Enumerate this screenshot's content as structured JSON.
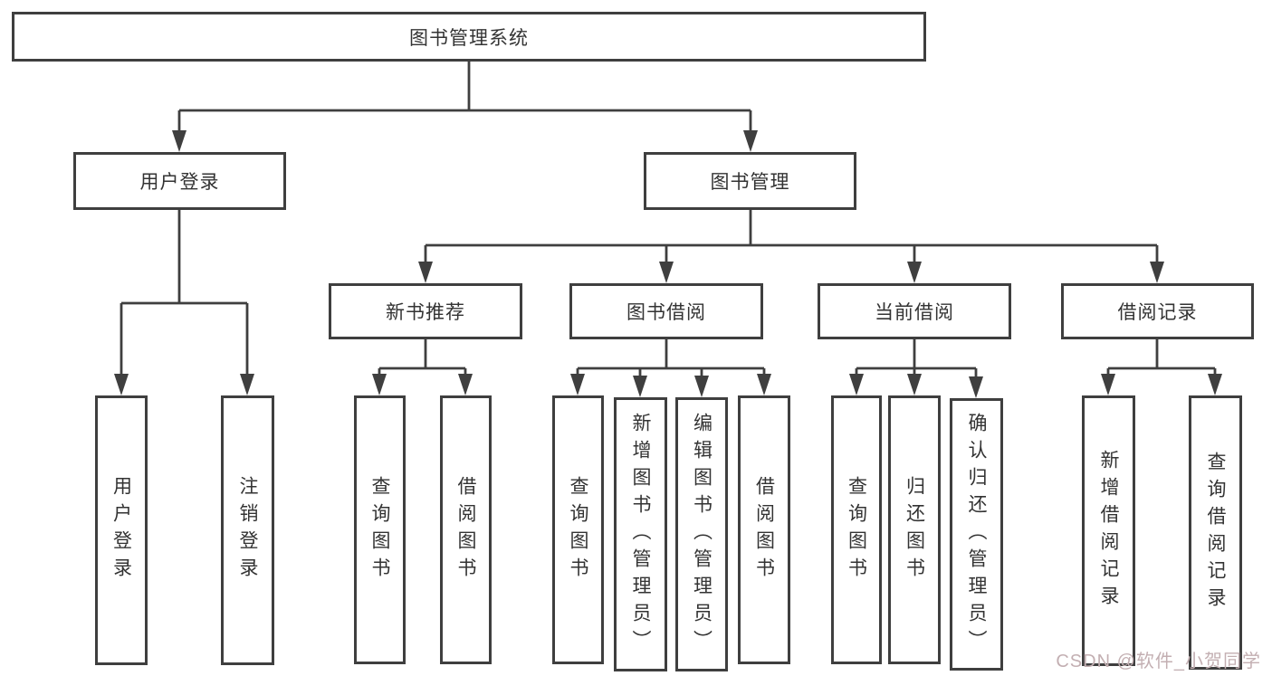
{
  "diagram": {
    "type": "hierarchy-tree",
    "title": "图书管理系统",
    "nodes": {
      "root": {
        "label": "图书管理系统"
      },
      "user_login": {
        "label": "用户登录"
      },
      "book_mgmt": {
        "label": "图书管理"
      },
      "new_book_rec": {
        "label": "新书推荐"
      },
      "book_borrow": {
        "label": "图书借阅"
      },
      "current_borrow": {
        "label": "当前借阅"
      },
      "borrow_records": {
        "label": "借阅记录"
      },
      "leaf_user_login": {
        "label": "用户登录"
      },
      "leaf_logout": {
        "label": "注销登录"
      },
      "leaf_rec_query": {
        "label": "查询图书"
      },
      "leaf_rec_borrow": {
        "label": "借阅图书"
      },
      "leaf_bb_query": {
        "label": "查询图书"
      },
      "leaf_bb_add": {
        "label": "新增图书（管理员）"
      },
      "leaf_bb_edit": {
        "label": "编辑图书（管理员）"
      },
      "leaf_bb_borrow": {
        "label": "借阅图书"
      },
      "leaf_cb_query": {
        "label": "查询图书"
      },
      "leaf_cb_return": {
        "label": "归还图书"
      },
      "leaf_cb_confirm": {
        "label": "确认归还（管理员）"
      },
      "leaf_br_add": {
        "label": "新增借阅记录"
      },
      "leaf_br_query": {
        "label": "查询借阅记录"
      }
    },
    "edges": [
      [
        "root",
        "user_login"
      ],
      [
        "root",
        "book_mgmt"
      ],
      [
        "user_login",
        "leaf_user_login"
      ],
      [
        "user_login",
        "leaf_logout"
      ],
      [
        "book_mgmt",
        "new_book_rec"
      ],
      [
        "book_mgmt",
        "book_borrow"
      ],
      [
        "book_mgmt",
        "current_borrow"
      ],
      [
        "book_mgmt",
        "borrow_records"
      ],
      [
        "new_book_rec",
        "leaf_rec_query"
      ],
      [
        "new_book_rec",
        "leaf_rec_borrow"
      ],
      [
        "book_borrow",
        "leaf_bb_query"
      ],
      [
        "book_borrow",
        "leaf_bb_add"
      ],
      [
        "book_borrow",
        "leaf_bb_edit"
      ],
      [
        "book_borrow",
        "leaf_bb_borrow"
      ],
      [
        "current_borrow",
        "leaf_cb_query"
      ],
      [
        "current_borrow",
        "leaf_cb_return"
      ],
      [
        "current_borrow",
        "leaf_cb_confirm"
      ],
      [
        "borrow_records",
        "leaf_br_add"
      ],
      [
        "borrow_records",
        "leaf_br_query"
      ]
    ]
  },
  "colors": {
    "line": "#3f3f3f",
    "text": "#333333",
    "background": "#ffffff",
    "watermark": "#c3afb2"
  },
  "watermark": {
    "text": "CSDN @软件_小贺同学"
  }
}
